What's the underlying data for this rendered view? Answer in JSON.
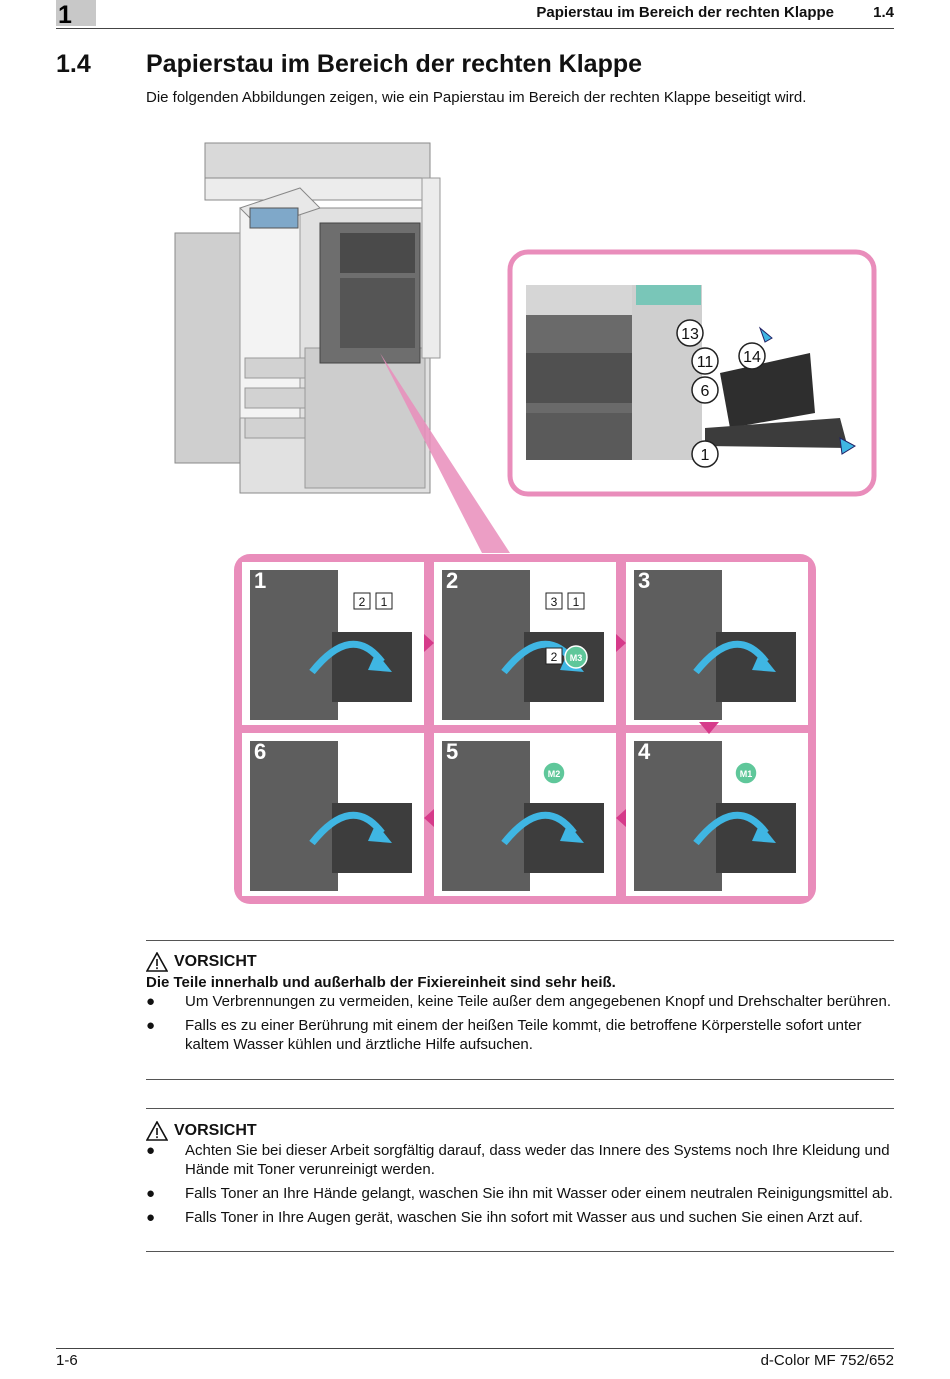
{
  "header": {
    "chapter_number": "1",
    "running_title": "Papierstau im Bereich der rechten Klappe",
    "section_ref": "1.4"
  },
  "section": {
    "number": "1.4",
    "title": "Papierstau im Bereich der rechten Klappe",
    "intro": "Die folgenden Abbildungen zeigen, wie ein Papierstau im Bereich der rechten Klappe beseitigt wird."
  },
  "figure": {
    "accent_color": "#e98dbb",
    "arrow_color": "#3fb6e3",
    "callouts": [
      "13",
      "11",
      "14",
      "6",
      "1"
    ],
    "steps": [
      {
        "number": "1",
        "labels": [
          "2",
          "1"
        ]
      },
      {
        "number": "2",
        "labels": [
          "3",
          "1",
          "2",
          "M3"
        ]
      },
      {
        "number": "3",
        "labels": []
      },
      {
        "number": "6",
        "labels": []
      },
      {
        "number": "5",
        "labels": [
          "M2"
        ]
      },
      {
        "number": "4",
        "labels": [
          "M1"
        ]
      }
    ]
  },
  "caution1": {
    "heading": "VORSICHT",
    "subheading": "Die Teile innerhalb und außerhalb der Fixiereinheit sind sehr heiß.",
    "bullet": "●",
    "items": [
      "Um Verbrennungen zu vermeiden, keine Teile außer dem angegebenen Knopf und Drehschalter berühren.",
      "Falls es zu einer Berührung mit einem der heißen Teile kommt, die betroffene Körperstelle sofort unter kaltem Wasser kühlen und ärztliche Hilfe aufsuchen."
    ]
  },
  "caution2": {
    "heading": "VORSICHT",
    "bullet": "●",
    "items": [
      "Achten Sie bei dieser Arbeit sorgfältig darauf, dass weder das Innere des Systems noch Ihre Kleidung und Hände mit Toner verunreinigt werden.",
      "Falls Toner an Ihre Hände gelangt, waschen Sie ihn mit Wasser oder einem neutralen Reinigungsmittel ab.",
      "Falls Toner in Ihre Augen gerät, waschen Sie ihn sofort mit Wasser aus und suchen Sie einen Arzt auf."
    ]
  },
  "footer": {
    "page": "1-6",
    "product": "d-Color MF 752/652"
  }
}
